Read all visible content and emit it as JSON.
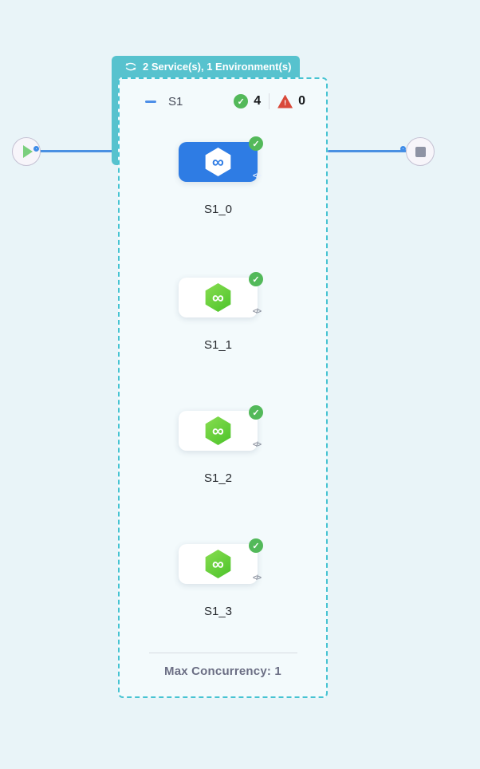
{
  "header_tab": {
    "label": "2 Service(s), 1 Environment(s)"
  },
  "stage": {
    "name": "S1",
    "success_count": "4",
    "warning_count": "0",
    "footer_label": "Max Concurrency: 1"
  },
  "nodes": [
    {
      "label": "S1_0",
      "selected": true,
      "status": "success"
    },
    {
      "label": "S1_1",
      "selected": false,
      "status": "success"
    },
    {
      "label": "S1_2",
      "selected": false,
      "status": "success"
    },
    {
      "label": "S1_3",
      "selected": false,
      "status": "success"
    }
  ],
  "icons": {
    "check": "✓",
    "warning_mark": "!",
    "infinity": "∞",
    "code": "</>"
  },
  "colors": {
    "page_bg": "#e9f4f8",
    "teal_accent": "#57c2ce",
    "dashed_border": "#46c3d2",
    "edge_blue": "#4a90e2",
    "selected_card_blue": "#2e7ce4",
    "success_green": "#53b95a",
    "warning_red": "#d9493a",
    "hexagon_green": "#49c228"
  }
}
